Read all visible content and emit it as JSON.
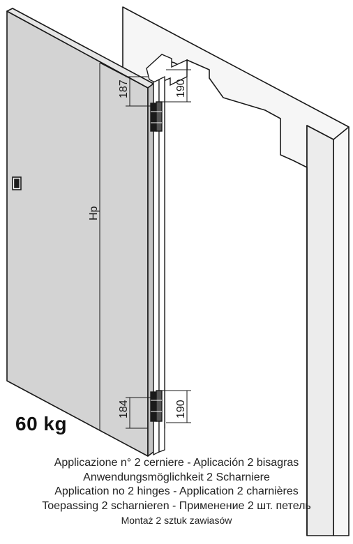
{
  "weight_label": "60 kg",
  "dimensions": {
    "top_leaf": "187",
    "top_frame": "190",
    "height": "Hp",
    "bottom_leaf": "184",
    "bottom_frame": "190"
  },
  "caption": {
    "line1": "Applicazione n° 2 cerniere - Aplicación 2 bisagras",
    "line2": "Anwendungsmöglichkeit 2 Scharniere",
    "line3": "Application no 2 hinges - Application 2 charnières",
    "line4": "Toepassing 2 scharnieren - Применение 2 шт. петель",
    "line5": "Montaż 2 sztuk zawiasów"
  },
  "colors": {
    "door": "#d3d3d3",
    "frame": "#f6f6f6",
    "line": "#1a1a1a"
  }
}
